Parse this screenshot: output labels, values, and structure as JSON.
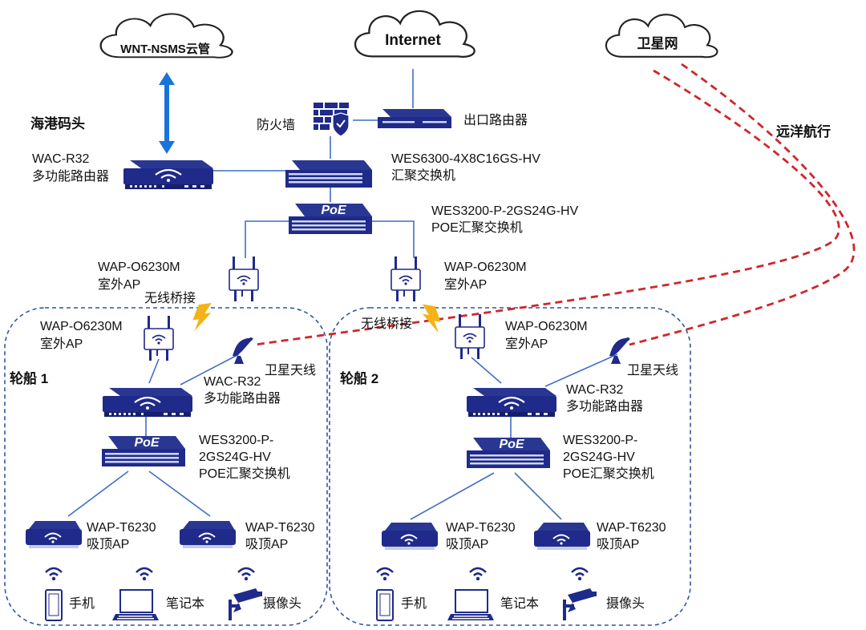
{
  "clouds": {
    "wnt": "WNT-NSMS云管",
    "internet": "Internet",
    "satellite_net": "卫星网"
  },
  "port_label": "海港码头",
  "voyage_label": "远洋航行",
  "firewall": "防火墙",
  "egress_router": "出口路由器",
  "port_router": {
    "model": "WAC-R32",
    "desc": "多功能路由器"
  },
  "agg_switch": {
    "model": "WES6300-4X8C16GS-HV",
    "desc": "汇聚交换机"
  },
  "poe_switch": {
    "model": "WES3200-P-2GS24G-HV",
    "desc": "POE汇聚交换机"
  },
  "port_ap_left": {
    "model": "WAP-O6230M",
    "desc": "室外AP"
  },
  "port_ap_right": {
    "model": "WAP-O6230M",
    "desc": "室外AP"
  },
  "poe_logo": "PoE",
  "ships": [
    {
      "name": "轮船 1",
      "bridge": "无线桥接",
      "ap": {
        "model": "WAP-O6230M",
        "desc": "室外AP"
      },
      "antenna": "卫星天线",
      "router": {
        "model": "WAC-R32",
        "desc": "多功能路由器"
      },
      "switch": {
        "line1": "WES3200-P-",
        "line2": "2GS24G-HV",
        "line3": "POE汇聚交换机"
      },
      "ceiling_aps": [
        {
          "model": "WAP-T6230",
          "desc": "吸顶AP"
        },
        {
          "model": "WAP-T6230",
          "desc": "吸顶AP"
        }
      ],
      "clients": [
        "手机",
        "笔记本",
        "摄像头"
      ]
    },
    {
      "name": "轮船 2",
      "bridge": "无线桥接",
      "ap": {
        "model": "WAP-O6230M",
        "desc": "室外AP"
      },
      "antenna": "卫星天线",
      "router": {
        "model": "WAC-R32",
        "desc": "多功能路由器"
      },
      "switch": {
        "line1": "WES3200-P-",
        "line2": "2GS24G-HV",
        "line3": "POE汇聚交换机"
      },
      "ceiling_aps": [
        {
          "model": "WAP-T6230",
          "desc": "吸顶AP"
        },
        {
          "model": "WAP-T6230",
          "desc": "吸顶AP"
        }
      ],
      "clients": [
        "手机",
        "笔记本",
        "摄像头"
      ]
    }
  ],
  "colors": {
    "device": "#1f2a8a",
    "link": "#3f6fc4",
    "dashed_red": "#d0262b",
    "cloud_stroke": "#222222",
    "ship_border": "#2f55a4",
    "bolt": "#f3b319",
    "mgmt_arrow": "#1a73d9"
  }
}
